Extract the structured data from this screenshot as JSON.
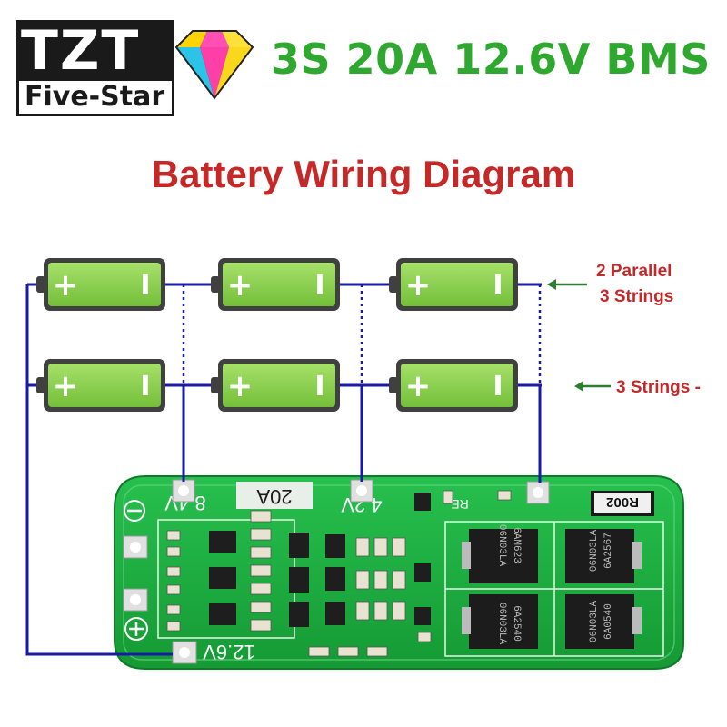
{
  "brand": {
    "logo_main": "TZT",
    "logo_sub": "Five-Star",
    "emblem": "diamond-icon"
  },
  "header": {
    "title": "3S 20A 12.6V BMS",
    "subtitle": "Battery Wiring Diagram"
  },
  "annotations": {
    "top_row_line1": "2 Parallel",
    "top_row_line2": "3 Strings",
    "bottom_row": "3 Strings -"
  },
  "battery": {
    "plus": "+",
    "minus": "I"
  },
  "board": {
    "current_label": "20A",
    "tap_8v4": "8.4V",
    "tap_4v2": "4.2V",
    "tap_12v6": "12.6V",
    "resistor": "R002",
    "re_label": "RE",
    "mosfet_1": "06N03LA",
    "mosfet_2": "06N03LA",
    "mosfet_3": "06N03LA",
    "mosfet_4": "06N03LA",
    "mosfet_code_1": "6AM623",
    "mosfet_code_2": "6A2540",
    "mosfet_code_3": "6A2567",
    "mosfet_code_4": "6A0540",
    "ground_symbol": "⊖",
    "plus_symbol": "⊕"
  },
  "colors": {
    "wire": "#1a1aa8",
    "battery_fill": "#8fd14f",
    "battery_border": "#404040",
    "pcb": "#1fae3f",
    "title_green": "#2fa82f",
    "text_red": "#c62828",
    "arrow_green": "#2e7d32"
  }
}
